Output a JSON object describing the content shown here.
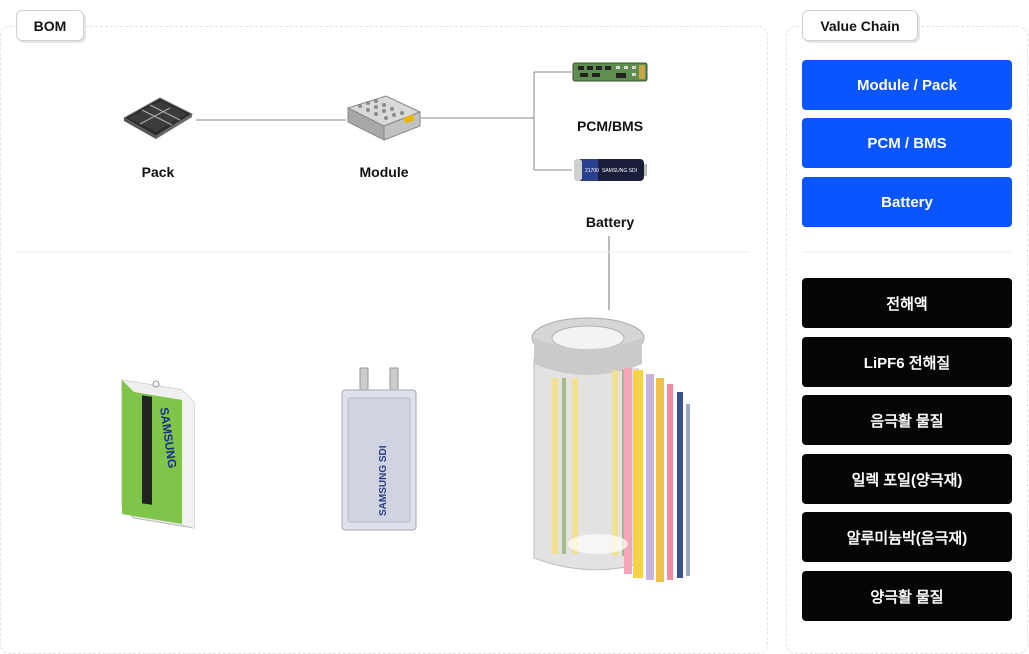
{
  "bom": {
    "tab_label": "BOM",
    "nodes": {
      "pack": "Pack",
      "module": "Module",
      "pcm_bms": "PCM/BMS",
      "battery": "Battery"
    },
    "battery_brand_text": "SAMSUNG SDI",
    "phone_battery_text": "SAMSUNG",
    "cell_model_text": "21700"
  },
  "value_chain": {
    "tab_label": "Value Chain",
    "primary_items": [
      {
        "label": "Module / Pack"
      },
      {
        "label": "PCM / BMS"
      },
      {
        "label": "Battery"
      }
    ],
    "material_items": [
      {
        "label": "전해액"
      },
      {
        "label": "LiPF6 전해질"
      },
      {
        "label": "음극활 물질"
      },
      {
        "label": "일렉 포일(양극재)"
      },
      {
        "label": "알루미늄박(음극재)"
      },
      {
        "label": "양극활 물질"
      }
    ]
  },
  "colors": {
    "primary_blue": "#0a55ff",
    "material_black": "#050505"
  }
}
